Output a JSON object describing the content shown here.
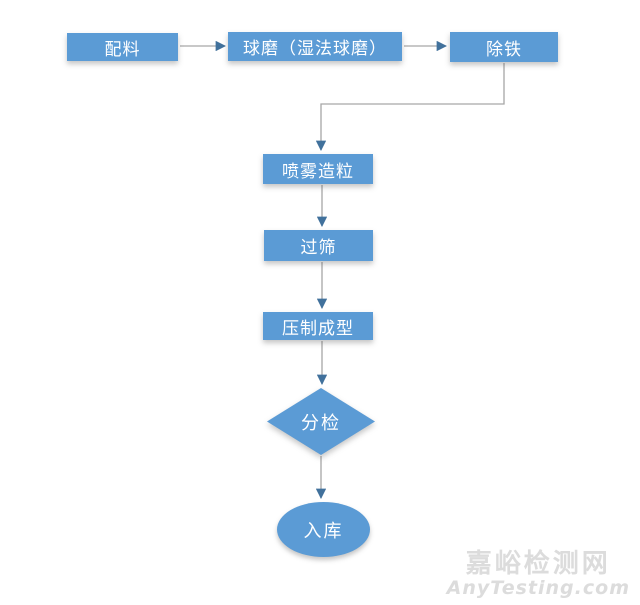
{
  "page": {
    "background": "#ffffff",
    "description_type": "flowchart"
  },
  "colors": {
    "node_fill": "#5b9bd5",
    "node_text": "#ffffff",
    "connector_line": "#a6a6a6",
    "arrowhead": "#41719c",
    "watermark_text": "#dcdcdc"
  },
  "nodes": {
    "batching": {
      "label": "配料",
      "shape": "rect"
    },
    "ball_mill": {
      "label": "球磨（湿法球磨）",
      "shape": "rect"
    },
    "iron_removal": {
      "label": "除铁",
      "shape": "rect"
    },
    "spray_granulation": {
      "label": "喷雾造粒",
      "shape": "rect"
    },
    "sieving": {
      "label": "过筛",
      "shape": "rect"
    },
    "press_forming": {
      "label": "压制成型",
      "shape": "rect"
    },
    "inspection": {
      "label": "分检",
      "shape": "diamond"
    },
    "warehousing": {
      "label": "入库",
      "shape": "ellipse"
    }
  },
  "edges": [
    {
      "from": "batching",
      "to": "ball_mill"
    },
    {
      "from": "ball_mill",
      "to": "iron_removal"
    },
    {
      "from": "iron_removal",
      "to": "spray_granulation"
    },
    {
      "from": "spray_granulation",
      "to": "sieving"
    },
    {
      "from": "sieving",
      "to": "press_forming"
    },
    {
      "from": "press_forming",
      "to": "inspection"
    },
    {
      "from": "inspection",
      "to": "warehousing"
    }
  ],
  "watermark": {
    "line1": "嘉峪检测网",
    "line2": "AnyTesting.com"
  }
}
